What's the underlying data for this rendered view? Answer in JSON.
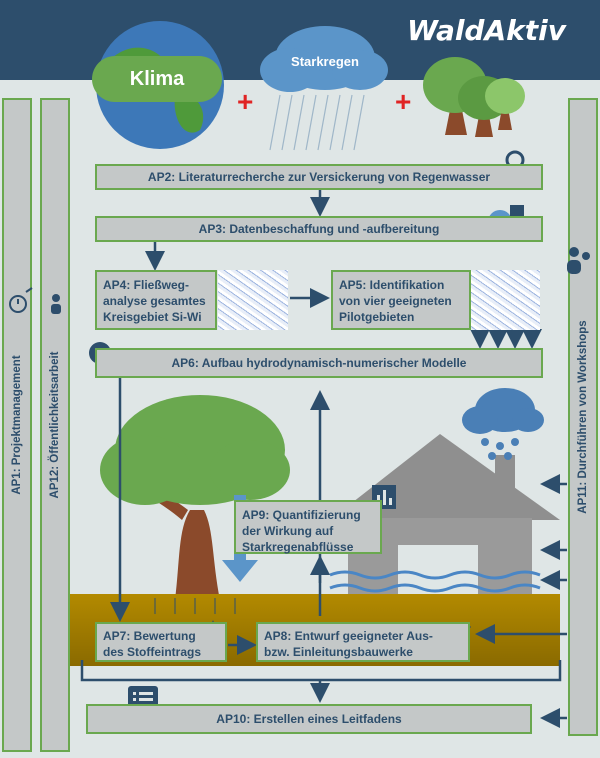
{
  "brand": "WaldAktiv",
  "header": {
    "klima": "Klima",
    "starkregen": "Starkregen"
  },
  "ap": {
    "ap1": "AP1: Projektmanagement",
    "ap2": "AP2: Literaturrecherche zur Versickerung von Regenwasser",
    "ap3": "AP3: Datenbeschaffung und -aufbereitung",
    "ap4": [
      "AP4: Fließweg-",
      "analyse gesamtes",
      "Kreisgebiet Si-Wi"
    ],
    "ap5": [
      "AP5: Identifikation",
      "von vier geeigneten",
      "Pilotgebieten"
    ],
    "ap6": "AP6: Aufbau hydrodynamisch-numerischer Modelle",
    "ap7": [
      "AP7: Bewertung",
      "des Stoffeintrags"
    ],
    "ap8": [
      "AP8: Entwurf geeigneter Aus-",
      "bzw. Einleitungsbauwerke"
    ],
    "ap9": [
      "AP9: Quantifizierung",
      "der Wirkung auf",
      "Starkregenabflüsse"
    ],
    "ap10": "AP10: Erstellen eines Leitfadens",
    "ap11": "AP11: Durchführen von Workshops",
    "ap12": "AP12: Öffentlichkeitsarbeit"
  },
  "colors": {
    "navy": "#2d4e6c",
    "green": "#6aa84f",
    "box": "#c4c8c8",
    "soil": "#a07a00",
    "plus": "#e02424"
  },
  "icons": [
    "globe-icon",
    "cloud-icon",
    "trees-icon",
    "search-icon",
    "web-data-icon",
    "gear-icon",
    "chart-icon",
    "star-icon",
    "pencil-icon",
    "list-icon",
    "alarm-icon",
    "person-icon",
    "people-icon",
    "house-icon",
    "storm-cloud-icon"
  ]
}
